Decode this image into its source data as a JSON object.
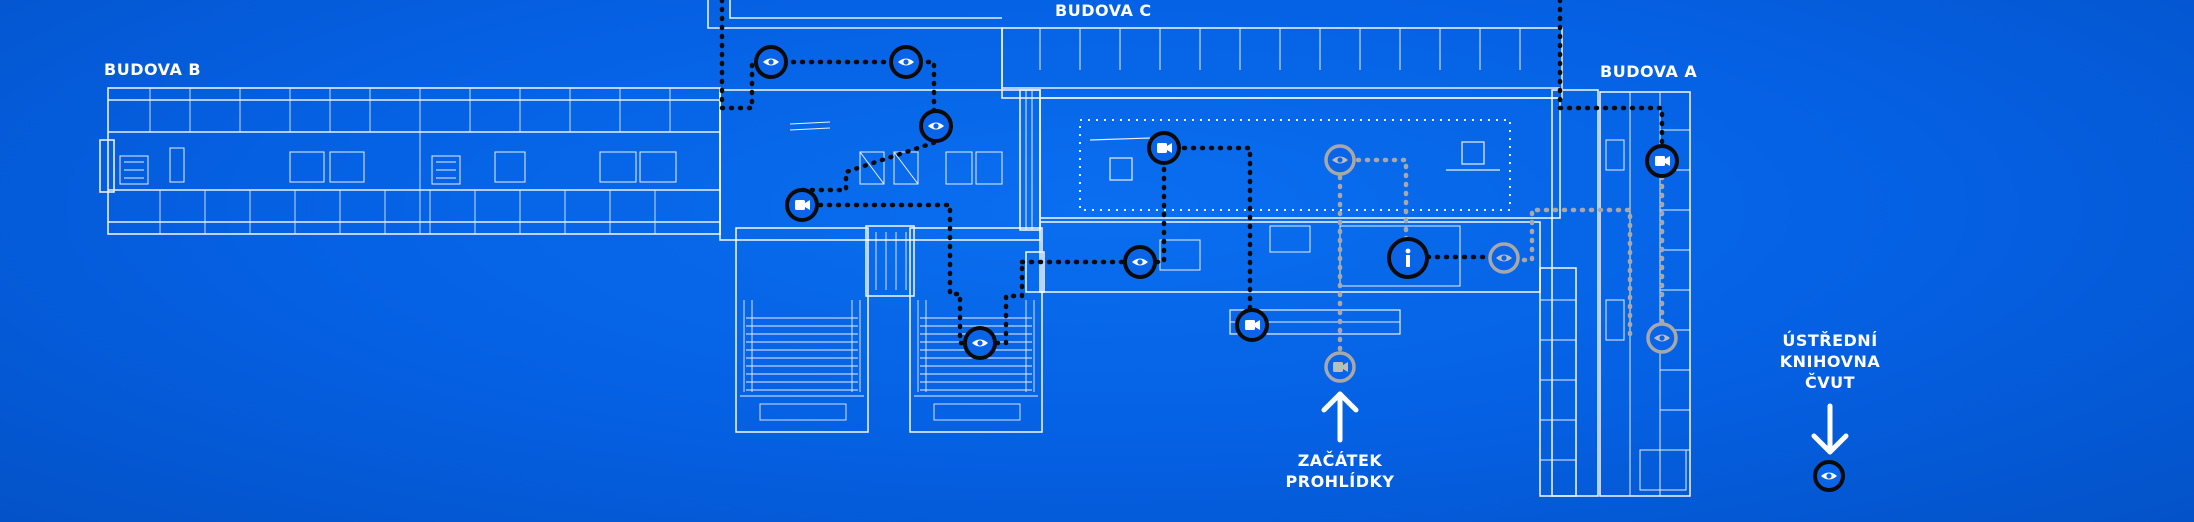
{
  "buildings": {
    "b": "BUDOVA B",
    "c": "BUDOVA C",
    "a": "BUDOVA A"
  },
  "start": {
    "line1": "ZAČÁTEK",
    "line2": "PROHLÍDKY"
  },
  "library": {
    "line1": "ÚSTŘEDNÍ",
    "line2": "KNIHOVNA",
    "line3": "ČVUT"
  },
  "markers": [
    {
      "id": "eye-1",
      "kind": "eye",
      "visited": true
    },
    {
      "id": "eye-2",
      "kind": "eye",
      "visited": true
    },
    {
      "id": "eye-3",
      "kind": "eye",
      "visited": true
    },
    {
      "id": "video-1",
      "kind": "video",
      "visited": true
    },
    {
      "id": "video-2",
      "kind": "video",
      "visited": true
    },
    {
      "id": "eye-4",
      "kind": "eye",
      "visited": true
    },
    {
      "id": "eye-5",
      "kind": "eye",
      "visited": true
    },
    {
      "id": "video-3",
      "kind": "video",
      "visited": true
    },
    {
      "id": "info",
      "kind": "info",
      "visited": true
    },
    {
      "id": "eye-6",
      "kind": "eye",
      "visited": false
    },
    {
      "id": "eye-7",
      "kind": "eye",
      "visited": false
    },
    {
      "id": "video-4",
      "kind": "video",
      "visited": false
    },
    {
      "id": "video-5",
      "kind": "video",
      "visited": true
    },
    {
      "id": "eye-8",
      "kind": "eye",
      "visited": false
    },
    {
      "id": "eye-library",
      "kind": "eye",
      "visited": true
    }
  ],
  "colors": {
    "background": "#0560e2",
    "linework": "#ffffff",
    "visited_path": "#0b0b0b",
    "upcoming_path": "#a8a8a8",
    "marker_fill": "#0a64e8"
  }
}
